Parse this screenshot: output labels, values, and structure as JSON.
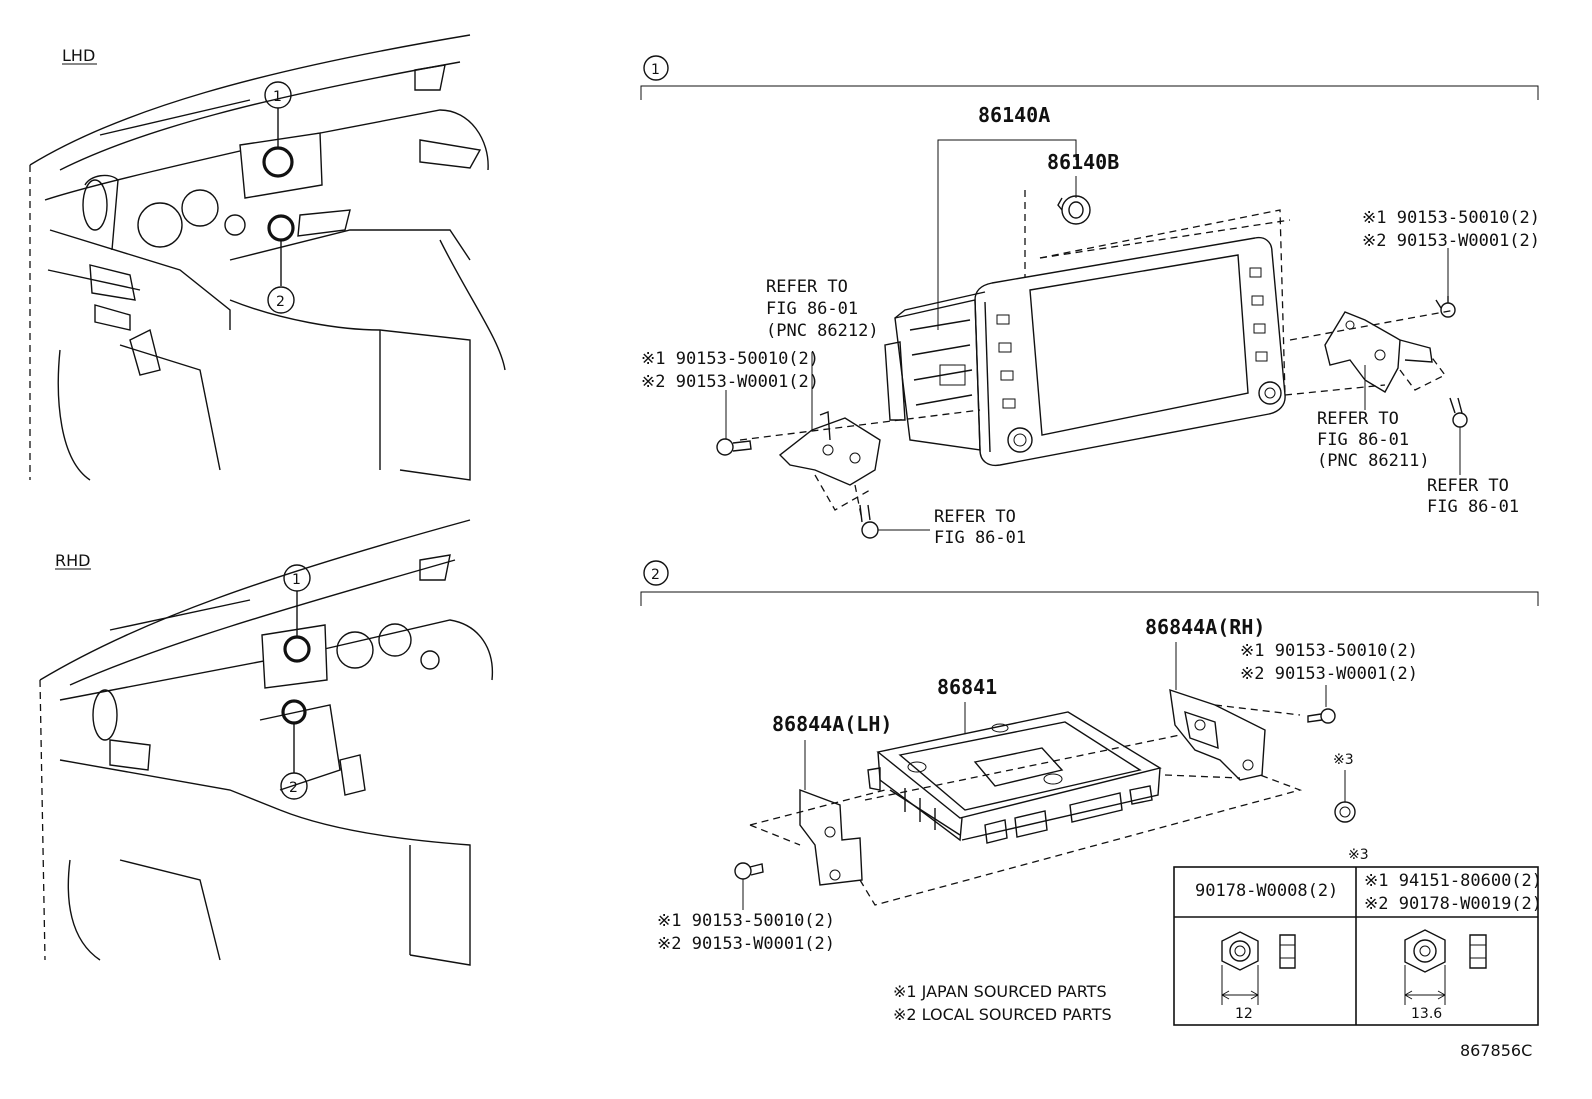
{
  "views": {
    "lhd": {
      "label": "LHD",
      "callout_1": "1",
      "callout_2": "2"
    },
    "rhd": {
      "label": "RHD",
      "callout_1": "1",
      "callout_2": "2"
    }
  },
  "section_1": {
    "marker": "1",
    "parts": {
      "display_assy": "86140A",
      "knob": "86140B",
      "bolts_right": [
        "※1 90153-50010(2)",
        "※2 90153-W0001(2)"
      ],
      "bolts_left": [
        "※1  90153-50010(2)",
        "※2  90153-W0001(2)"
      ]
    },
    "refs": {
      "left_bracket": [
        "REFER TO",
        "FIG 86-01",
        "(PNC 86212)"
      ],
      "left_screw": [
        "REFER TO",
        "FIG 86-01"
      ],
      "right_bracket": [
        "REFER TO",
        "FIG 86-01",
        "(PNC 86211)"
      ],
      "right_screw": [
        "REFER TO",
        "FIG 86-01"
      ]
    }
  },
  "section_2": {
    "marker": "2",
    "parts": {
      "receiver": "86841",
      "bracket_lh": "86844A(LH)",
      "bracket_rh": "86844A(RH)",
      "bolts_rh": [
        "※1 90153-50010(2)",
        "※2 90153-W0001(2)"
      ],
      "bolts_lh": [
        "※1  90153-50010(2)",
        "※2  90153-W0001(2)"
      ],
      "nut_callout": "※3"
    },
    "nut_table": {
      "title": "※3",
      "col1_header": "90178-W0008(2)",
      "col2_header": [
        "※1 94151-80600(2)",
        "※2 90178-W0019(2)"
      ],
      "col1_dim": "12",
      "col2_dim": "13.6"
    }
  },
  "notes": [
    "※1 JAPAN SOURCED PARTS",
    "※2 LOCAL SOURCED PARTS"
  ],
  "figure_id": "867856C"
}
